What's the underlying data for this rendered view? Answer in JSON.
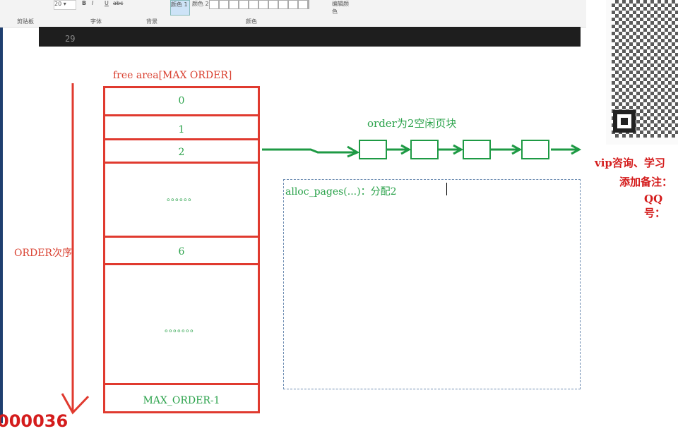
{
  "ribbon": {
    "font_size": "20",
    "bold": "B",
    "italic": "I",
    "underline": "U",
    "strike": "abc",
    "color1": "颜色 1",
    "color2": "颜色 2",
    "edit_colors": "编辑颜色",
    "groups": [
      "剪贴板",
      "字体",
      "背景",
      "颜色"
    ]
  },
  "code": {
    "line_number": "29"
  },
  "diagram": {
    "title": "free area[MAX ORDER]",
    "rows": [
      "0",
      "1",
      "2",
      "。。。。。。",
      "6",
      "。。。。。。。",
      "MAX_ORDER-1"
    ],
    "axis_label": "ORDER次序",
    "list_label": "order为2空闲页块",
    "textbox": "alloc_pages(...)：分配2",
    "bottom_number": "000036"
  },
  "ad": {
    "line1": "vip咨询、学习",
    "line2": "添加备注：",
    "line3": "QQ 号："
  },
  "colors": {
    "red": "#e03a2f",
    "green": "#1e9a44"
  }
}
